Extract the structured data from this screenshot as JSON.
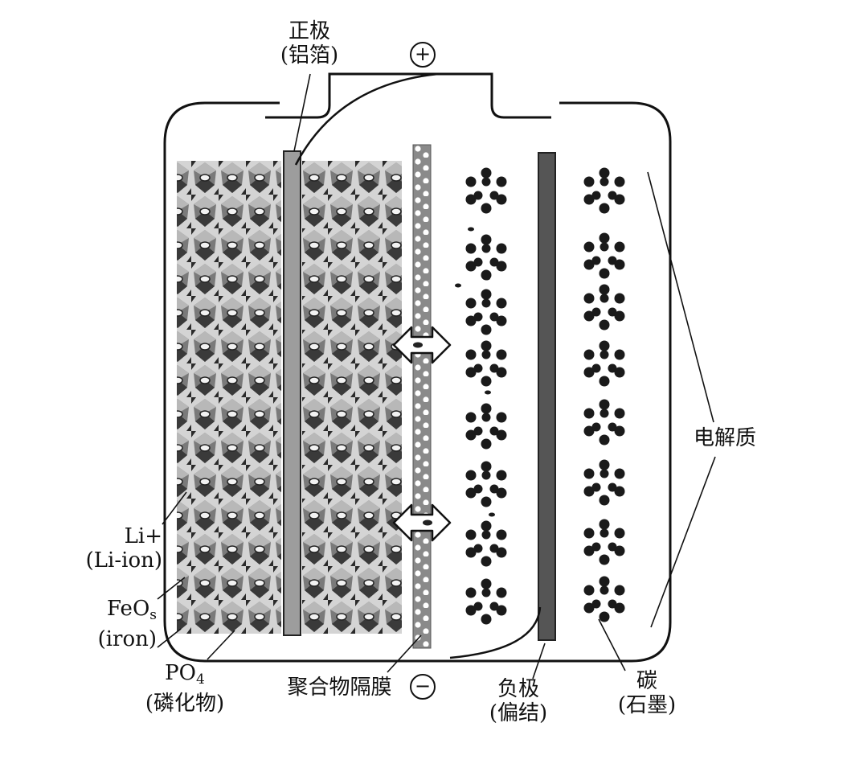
{
  "labels": {
    "cathode_line1": "正极",
    "cathode_line2": "(铝箔)",
    "positive_symbol": "⊕",
    "negative_symbol": "⊖",
    "electrolyte": "电解质",
    "li_line1": "Li+",
    "li_line2": "(Li-ion)",
    "feo_base": "FeO",
    "feo_sub": "s",
    "feo_line2": "(iron)",
    "po_base": "PO",
    "po_sub": "4",
    "po_line2": "(磷化物)",
    "separator": "聚合物隔膜",
    "anode_line1": "负极",
    "anode_line2": "(偏结)",
    "carbon_line1": "碳",
    "carbon_line2": "(石墨)"
  },
  "colors": {
    "outline": "#111111",
    "crystal_dark": "#3a3a3a",
    "crystal_mid": "#7a7a7a",
    "crystal_light": "#b8b8b8",
    "aluminum_foil": "#9d9d9d",
    "anode_plate": "#555555",
    "separator": "#8a8a8a",
    "graphite": "#1a1a1a"
  }
}
